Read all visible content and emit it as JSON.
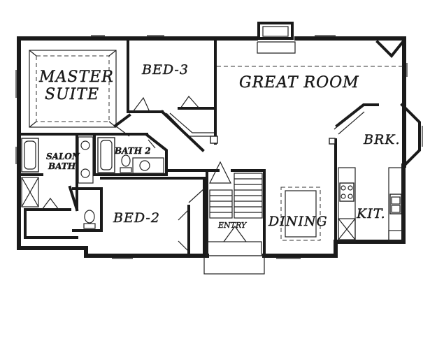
{
  "plan": {
    "rooms": {
      "master_line1": "MASTER",
      "master_line2": "SUITE",
      "bed3": "BED-3",
      "great_room": "GREAT ROOM",
      "brk": "BRK.",
      "salon_line1": "SALON",
      "salon_line2": "BATH",
      "bath2": "BATH 2",
      "bed2": "BED-2",
      "entry": "ENTRY",
      "dining": "DINING",
      "kit": "KIT."
    }
  }
}
